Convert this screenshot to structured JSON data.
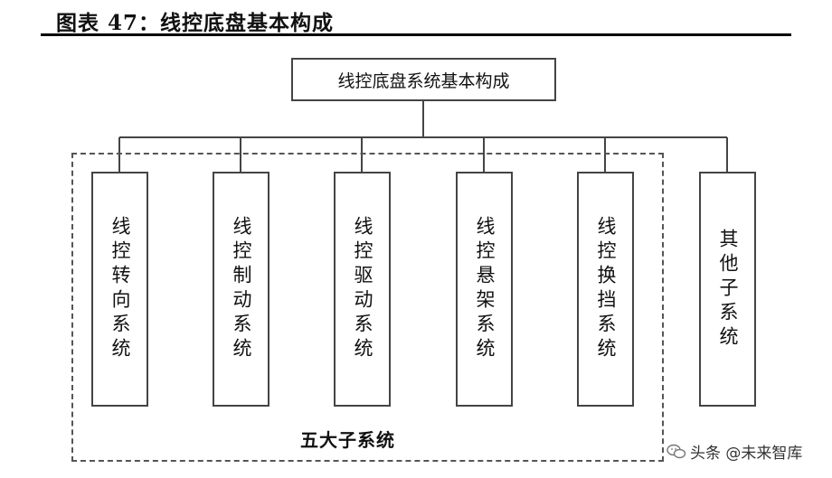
{
  "figure": {
    "title": "图表 47：线控底盘基本构成"
  },
  "diagram": {
    "root": "线控底盘系统基本构成",
    "group_label": "五大子系统",
    "subsystems": [
      {
        "label": "线控转向系统"
      },
      {
        "label": "线控制动系统"
      },
      {
        "label": "线控驱动系统"
      },
      {
        "label": "线控悬架系统"
      },
      {
        "label": "线控换挡系统"
      },
      {
        "label": "其他子系统"
      }
    ]
  },
  "watermark": {
    "text": "头条 @未来智库",
    "icon": "wechat-like-icon"
  }
}
